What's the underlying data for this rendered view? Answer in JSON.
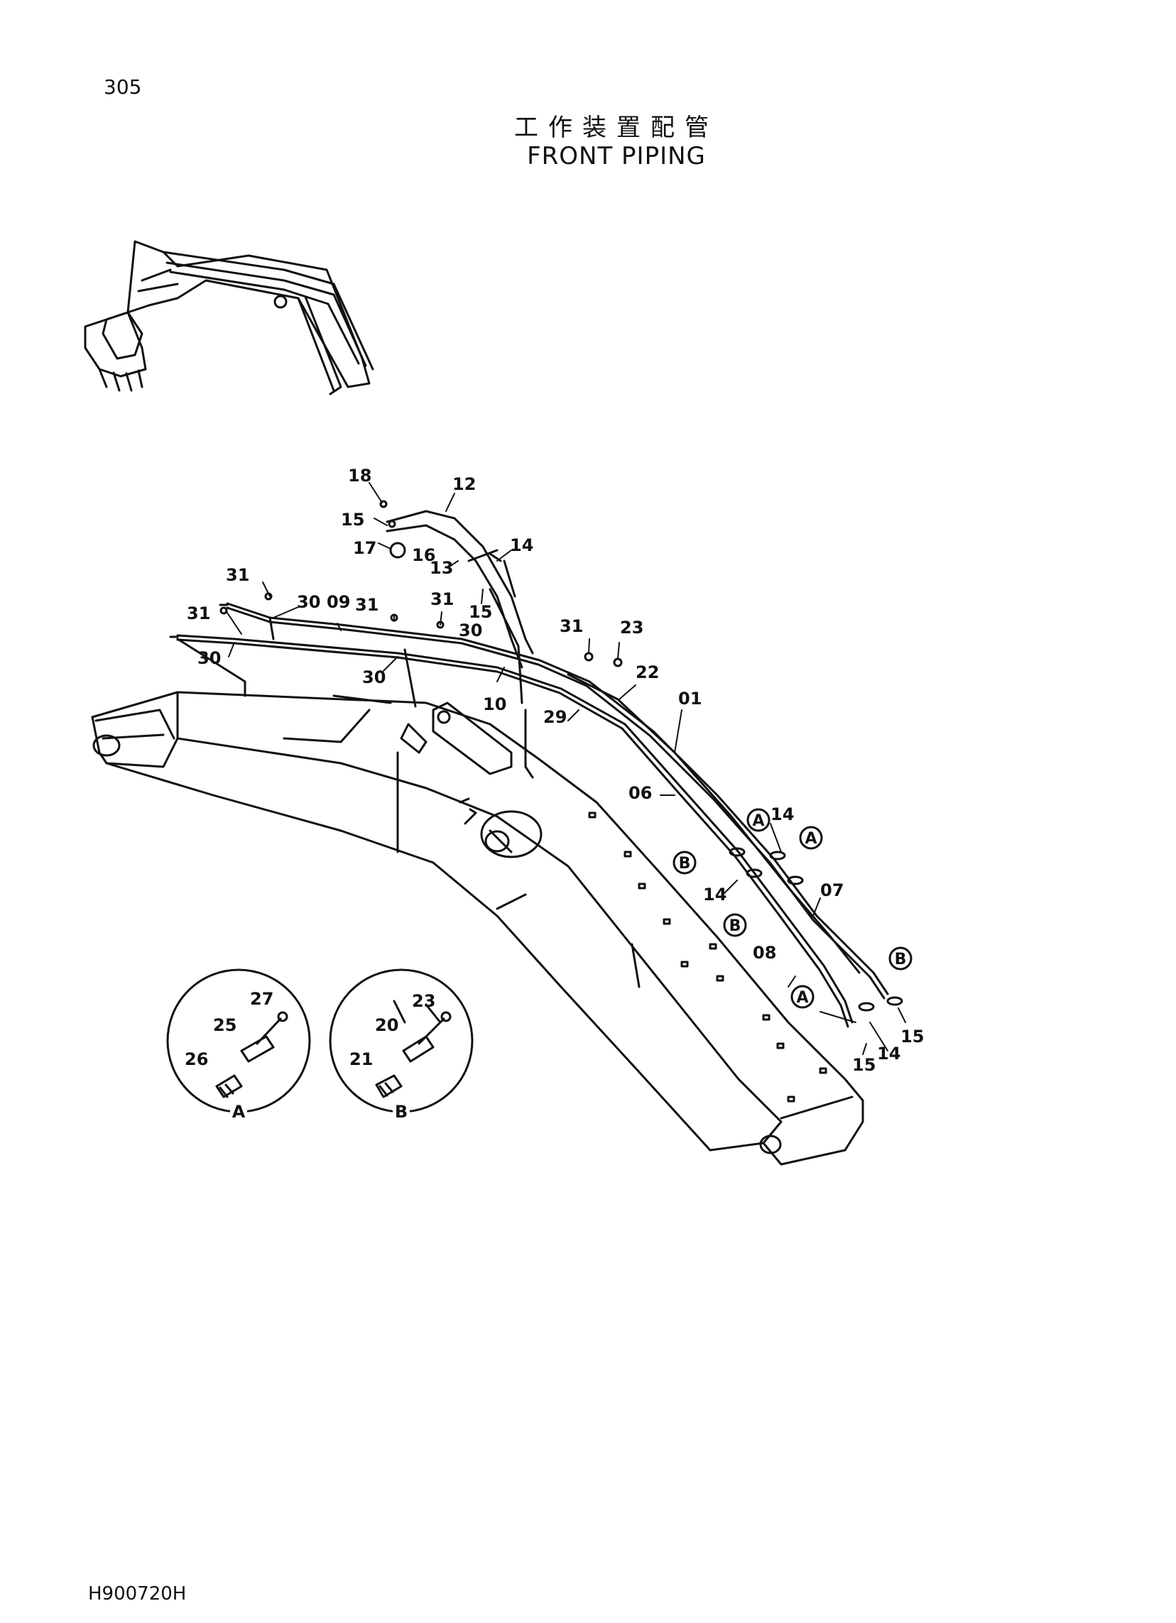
{
  "page": {
    "number": "305",
    "title_cn": "工作装置配管",
    "title_en": "FRONT PIPING",
    "doc_code": "H900720H"
  },
  "callouts": [
    {
      "id": "c18",
      "text": "18"
    },
    {
      "id": "c12",
      "text": "12"
    },
    {
      "id": "c15a",
      "text": "15"
    },
    {
      "id": "c17",
      "text": "17"
    },
    {
      "id": "c16",
      "text": "16"
    },
    {
      "id": "c14a",
      "text": "14"
    },
    {
      "id": "c13",
      "text": "13"
    },
    {
      "id": "c15b",
      "text": "15"
    },
    {
      "id": "c31a",
      "text": "31"
    },
    {
      "id": "c30a",
      "text": "30"
    },
    {
      "id": "c09",
      "text": "09"
    },
    {
      "id": "c31b",
      "text": "31"
    },
    {
      "id": "c31c",
      "text": "31"
    },
    {
      "id": "c31d",
      "text": "31"
    },
    {
      "id": "c30b",
      "text": "30"
    },
    {
      "id": "c30c",
      "text": "30"
    },
    {
      "id": "c30d",
      "text": "30"
    },
    {
      "id": "c10",
      "text": "10"
    },
    {
      "id": "c31e",
      "text": "31"
    },
    {
      "id": "c23a",
      "text": "23"
    },
    {
      "id": "c22",
      "text": "22"
    },
    {
      "id": "c01",
      "text": "01"
    },
    {
      "id": "c29",
      "text": "29"
    },
    {
      "id": "c06",
      "text": "06"
    },
    {
      "id": "c14b",
      "text": "14"
    },
    {
      "id": "c14c",
      "text": "14"
    },
    {
      "id": "c07",
      "text": "07"
    },
    {
      "id": "c08",
      "text": "08"
    },
    {
      "id": "c15c",
      "text": "15"
    },
    {
      "id": "c14d",
      "text": "14"
    },
    {
      "id": "c15d",
      "text": "15"
    },
    {
      "id": "c27",
      "text": "27"
    },
    {
      "id": "c25",
      "text": "25"
    },
    {
      "id": "c26",
      "text": "26"
    },
    {
      "id": "c23b",
      "text": "23"
    },
    {
      "id": "c20",
      "text": "20"
    },
    {
      "id": "c21",
      "text": "21"
    }
  ],
  "markers": [
    {
      "id": "mA1",
      "text": "A"
    },
    {
      "id": "mA2",
      "text": "A"
    },
    {
      "id": "mA3",
      "text": "A"
    },
    {
      "id": "mB1",
      "text": "B"
    },
    {
      "id": "mB2",
      "text": "B"
    },
    {
      "id": "mB3",
      "text": "B"
    }
  ],
  "details": [
    {
      "id": "detA",
      "label": "A"
    },
    {
      "id": "detB",
      "label": "B"
    }
  ]
}
